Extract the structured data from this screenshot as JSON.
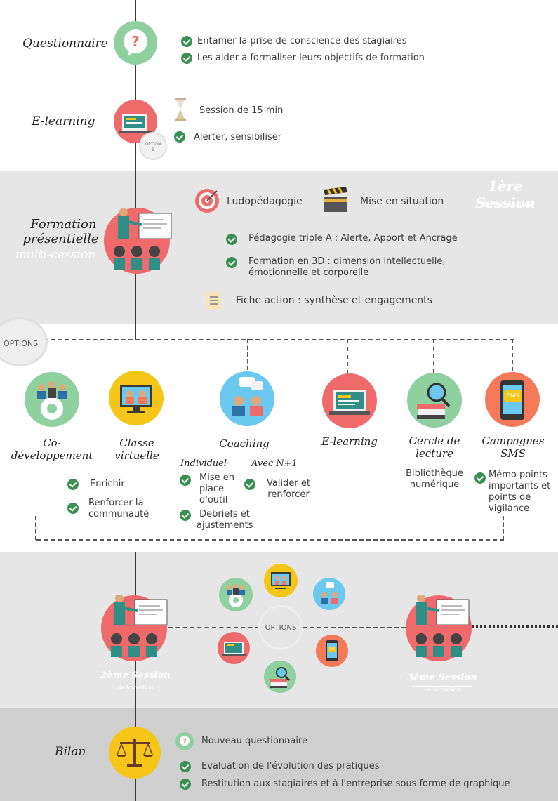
{
  "questionnaire": {
    "title": "Questionnaire",
    "items": [
      "Entamer la prise de conscience des stagiaires",
      "Les aider à formaliser leurs objectifs de formation"
    ]
  },
  "elearning_top": {
    "title": "E-learning",
    "session": "Session de 15 min",
    "item": "Alerter, sensibiliser",
    "badge_line1": "OPTION",
    "badge_line2": "5"
  },
  "formation": {
    "title_line1": "Formation",
    "title_line2": "présentielle",
    "title_line3": "multi-cession",
    "ludo": "Ludopédagogie",
    "mise": "Mise en situation",
    "session_title": "1ère Session",
    "session_sub": "de formation",
    "items": [
      "Pédagogie triple A : Alerte, Apport et Ancrage",
      "Formation en 3D : dimension intellectuelle, émotionnelle et corporelle"
    ],
    "fiche": "Fiche action : synthèse et engagements"
  },
  "options": {
    "label": "OPTIONS",
    "codev": {
      "title_line1": "Co-",
      "title_line2": "développement",
      "items": [
        "Enrichir",
        "Renforcer la communauté"
      ]
    },
    "classe": {
      "title_line1": "Classe",
      "title_line2": "virtuelle"
    },
    "coaching": {
      "title": "Coaching",
      "individuel": "Individuel",
      "avec": "Avec N+1",
      "ind_items": [
        "Mise en place d'outil",
        "Debriefs et ajustements"
      ],
      "avec_items": [
        "Valider et renforcer"
      ]
    },
    "elearning": {
      "title": "E-learning"
    },
    "cercle": {
      "title_line1": "Cercle de",
      "title_line2": "lecture",
      "text": "Bibliothèque numérique"
    },
    "sms": {
      "title_line1": "Campagnes",
      "title_line2": "SMS",
      "item": "Mémo points importants et points de vigilance",
      "icon_text": "SMS"
    }
  },
  "sessions": {
    "options_label": "OPTIONS",
    "s2_title": "2ème Session",
    "s2_sub": "de formation",
    "s3_title": "3ème Session",
    "s3_sub": "de formation",
    "sms_icon_text": "SMS"
  },
  "bilan": {
    "title": "Bilan",
    "items": [
      "Nouveau questionnaire",
      "Evaluation de l'évolution des pratiques",
      "Restitution aux stagiaires et à l'entreprise sous forme de graphique"
    ]
  },
  "colors": {
    "green": "#3a8f52",
    "mint": "#8fd19e",
    "coral": "#ef6b6b",
    "yellow": "#f5c518",
    "blue": "#6bc8ee",
    "orange": "#f47a5a",
    "band_light": "#e6e6e6",
    "band_dark": "#cfcfcf"
  }
}
